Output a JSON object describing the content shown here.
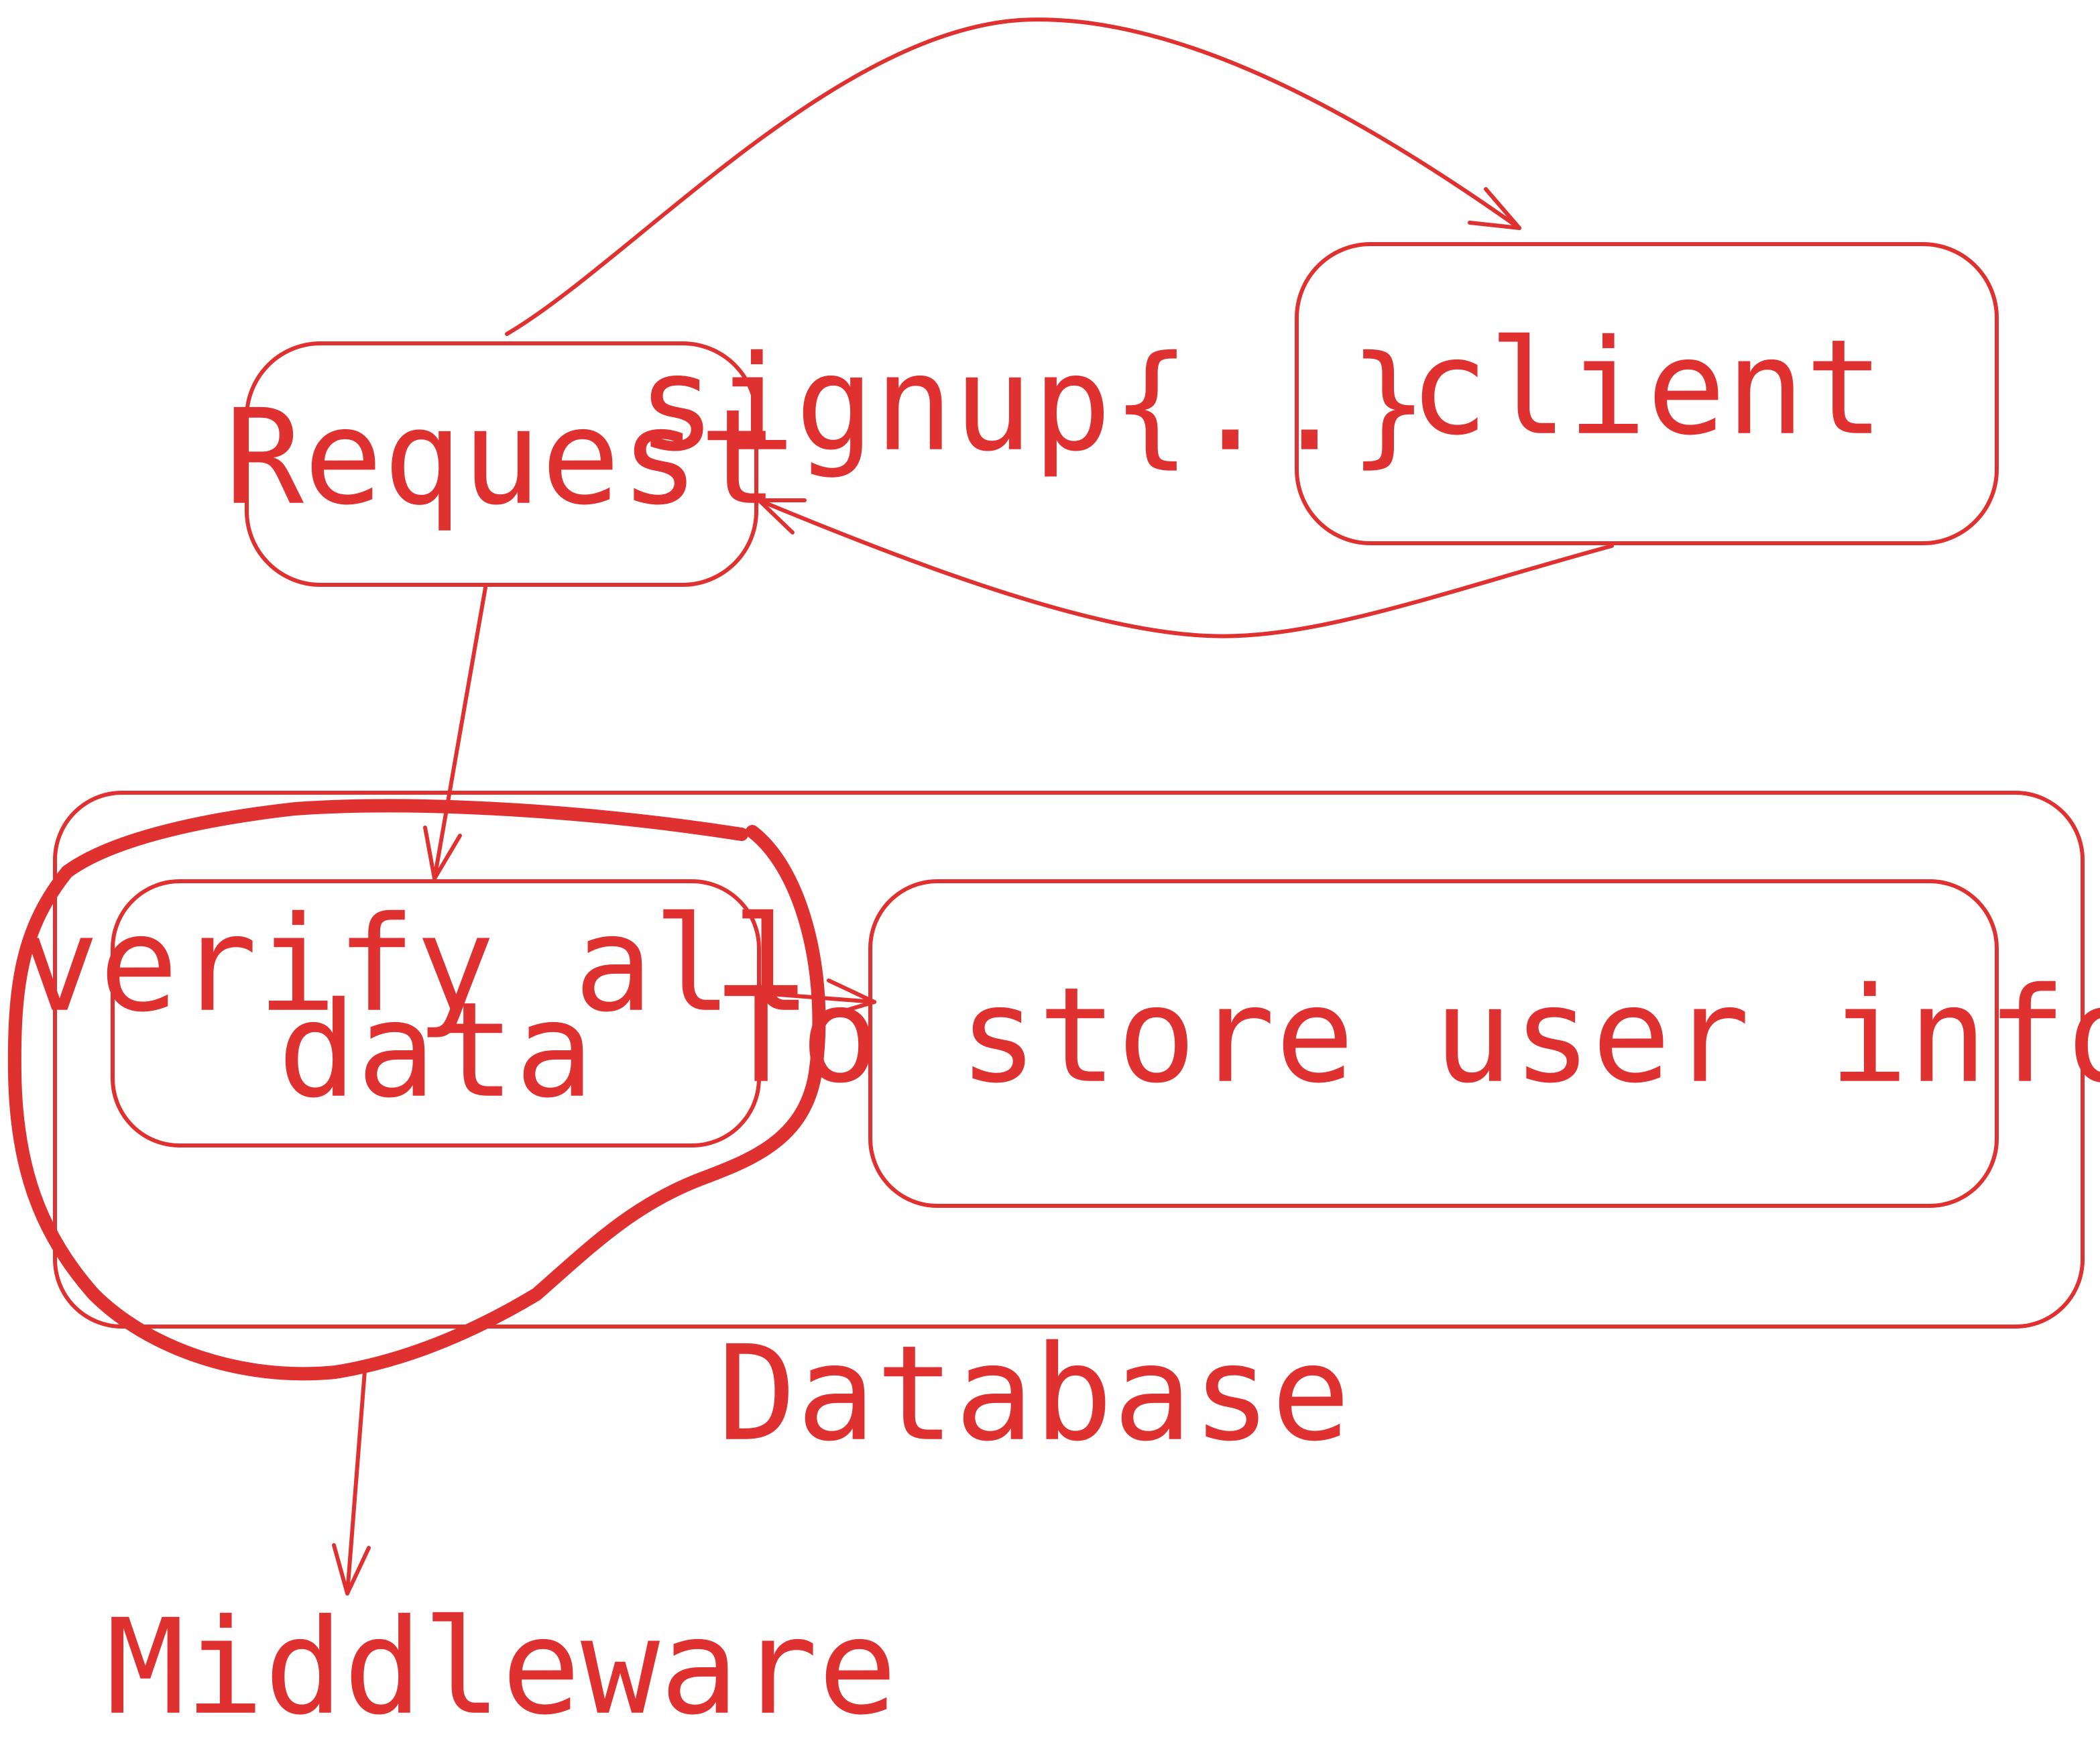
{
  "colors": {
    "ink": "#e03131",
    "background": "#ffffff"
  },
  "nodes": {
    "request": "Request",
    "client": "client",
    "verify": [
      "verify all",
      "data"
    ],
    "store": "To store user info"
  },
  "labels": {
    "signup": "signup{..}",
    "database": "Database",
    "middleware": "Middleware"
  }
}
